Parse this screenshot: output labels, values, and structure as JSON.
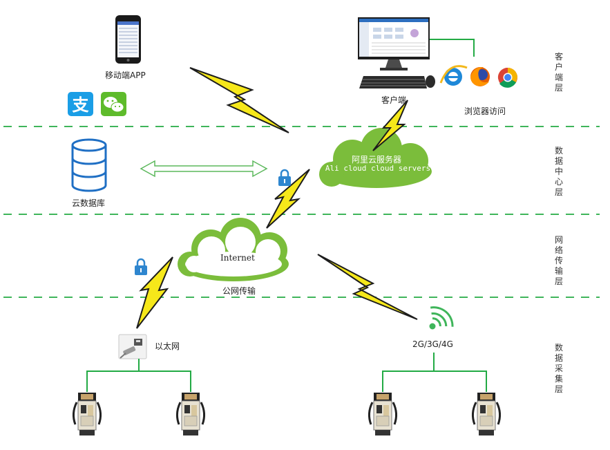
{
  "colors": {
    "accent_green": "#7bbd3b",
    "line_green": "#22aa44",
    "lightning": "#f6e81a",
    "dash": "#3fb55a"
  },
  "layers": [
    {
      "id": "client",
      "label": "客户端层"
    },
    {
      "id": "datacenter",
      "label": "数据中心层"
    },
    {
      "id": "network",
      "label": "网络传输层"
    },
    {
      "id": "acquisition",
      "label": "数据采集层"
    }
  ],
  "nodes": {
    "mobile_app": "移动端APP",
    "client": "客户端",
    "browser_access": "浏览器访问",
    "cloud_db": "云数据库",
    "aliyun_cn": "阿里云服务器",
    "aliyun_en": "Ali cloud  cloud servers",
    "internet": "Internet",
    "public_net": "公网传输",
    "ethernet": "以太网",
    "mobile_net": "2G/3G/4G"
  },
  "icons": [
    "smartphone-icon",
    "desktop-computer-icon",
    "ie-icon",
    "firefox-icon",
    "chrome-icon",
    "alipay-icon",
    "wechat-icon",
    "database-icon",
    "lock-icon",
    "ethernet-port-icon",
    "wireless-signal-icon",
    "charging-pile-icon"
  ]
}
